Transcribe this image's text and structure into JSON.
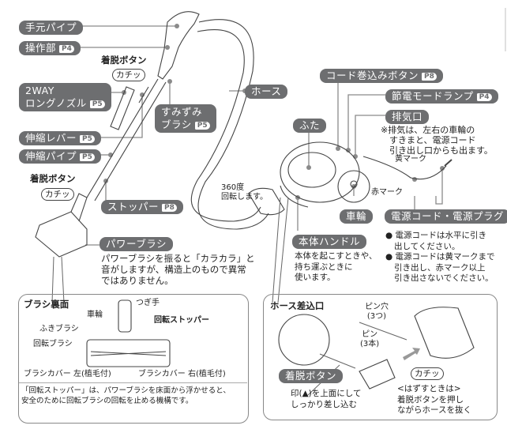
{
  "labels": {
    "temoto_pipe": {
      "text": "手元パイプ"
    },
    "sousabu": {
      "text": "操作部",
      "page": "P4"
    },
    "two_way_line1": "2WAY",
    "two_way_line2": {
      "text": "ロングノズル",
      "page": "P5"
    },
    "shinshuku_lever": {
      "text": "伸縮レバー",
      "page": "P5"
    },
    "shinshuku_pipe": {
      "text": "伸縮パイプ",
      "page": "P5"
    },
    "stopper": {
      "text": "ストッパー",
      "page": "P8"
    },
    "sumizumi_line1": "すみずみ",
    "sumizumi_line2": {
      "text": "ブラシ",
      "page": "P5"
    },
    "hose": {
      "text": "ホース"
    },
    "power_brush": {
      "text": "パワーブラシ"
    },
    "cord_button": {
      "text": "コード巻込みボタン",
      "page": "P8"
    },
    "setsuden_lamp": {
      "text": "節電モードランプ",
      "page": "P4"
    },
    "haikiguchi": {
      "text": "排気口"
    },
    "futa": {
      "text": "ふた"
    },
    "sharin": {
      "text": "車輪"
    },
    "power_cord": {
      "text": "電源コード・電源プラグ"
    },
    "body_handle": {
      "text": "本体ハンドル"
    },
    "release_button_hose": {
      "text": "着脱ボタン"
    }
  },
  "annotations": {
    "release_button_top": "着脱ボタン",
    "click_top": "カチッ",
    "release_button_bottom": "着脱ボタン",
    "click_bottom": "カチッ",
    "rotation_line1": "360度",
    "rotation_line2": "回転します。",
    "exhaust_note": [
      "※排気は、左右の車輪の",
      "すきまと、電源コード",
      "引き出し口からも出ます。"
    ],
    "yellow_mark": "黄マーク",
    "red_mark": "赤マーク",
    "power_brush_note": [
      "パワーブラシを振ると「カラカラ」と",
      "音がしますが、構造上のもので異常",
      "ではありません。"
    ],
    "handle_note": [
      "本体を起こすときや、",
      "持ち運ぶときに",
      "使います。"
    ],
    "cord_notes": [
      [
        "電源コードは水平に引き",
        "出してください。"
      ],
      [
        "電源コードは黄マークまで",
        "引き出し、赤マーク以上",
        "引き出さないでください。"
      ]
    ]
  },
  "brush_panel": {
    "title": "ブラシ裏面",
    "tsugite": "つぎ手",
    "sharin": "車輪",
    "rotation_stopper": "回転ストッパー",
    "fuki_brush": "ふきブラシ",
    "kaiten_brush": "回転ブラシ",
    "cover_left": "ブラシカバー 左(植毛付)",
    "cover_right": "ブラシカバー 右(植毛付)",
    "footer": [
      "「回転ストッパー」は、パワーブラシを床面から浮かせると、",
      "安全のために回転ブラシの回転を止める機構です。"
    ]
  },
  "hose_panel": {
    "title": "ホース差込口",
    "pin_hole": [
      "ピン穴",
      "(3つ)"
    ],
    "pin": [
      "ピン",
      "(3本)"
    ],
    "click": "カチッ",
    "insert_note": [
      "印(▲)を上面にして",
      "しっかり差し込む"
    ],
    "remove_note": [
      "<はずすときは>",
      "着脱ボタンを押し",
      "ながらホースを抜く"
    ]
  },
  "colors": {
    "label_bg": "#6d6e70",
    "line": "#8a8a8a",
    "art": "#555555"
  }
}
